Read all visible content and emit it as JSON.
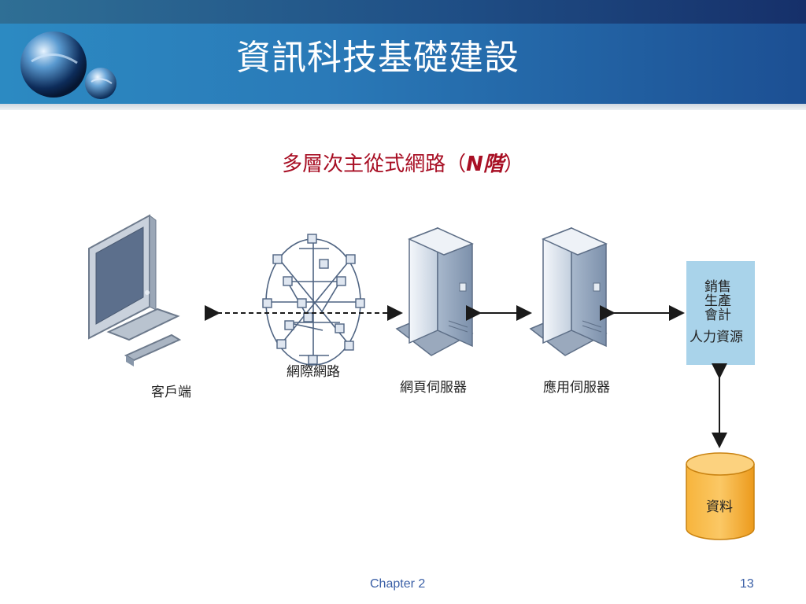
{
  "slide": {
    "title": "資訊科技基礎建設",
    "subtitle_prefix": "多層次主從式網路（",
    "subtitle_italic": "N階",
    "subtitle_suffix": "）"
  },
  "diagram": {
    "client_label": "客戶端",
    "internet_label": "網際網路",
    "web_server_label": "網頁伺服器",
    "app_server_label": "應用伺服器",
    "apps_box": {
      "line1": "銷售",
      "line2": "生產",
      "line3": "會計",
      "line4": "人力資源"
    },
    "data_label": "資料"
  },
  "footer": {
    "chapter": "Chapter 2",
    "page": "13"
  },
  "colors": {
    "title_bar": "#2a7ab8",
    "subtitle": "#a80f24",
    "apps_box": "#a9d3ea",
    "database": "#f5a623",
    "footer_text": "#3a5fa6"
  }
}
